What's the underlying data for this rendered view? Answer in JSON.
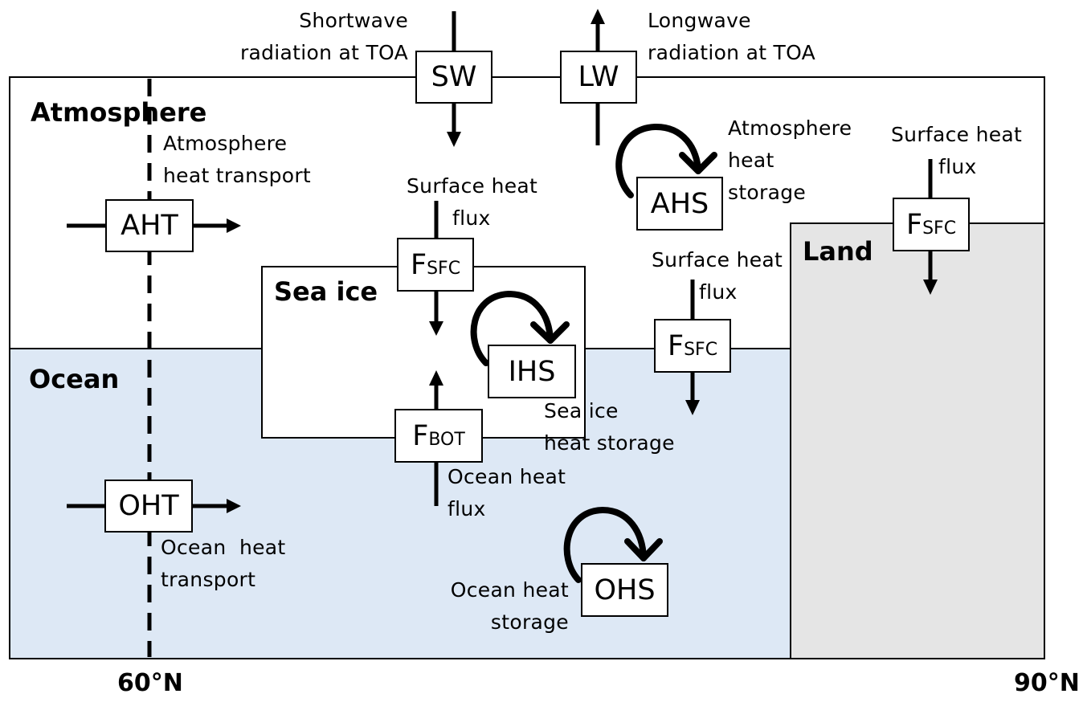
{
  "title": "Arctic energy budget schematic",
  "colors": {
    "ocean": "#dde8f5",
    "land": "#e5e5e5",
    "atmosphere": "#ffffff",
    "line": "#000000"
  },
  "regions": {
    "atmosphere": "Atmosphere",
    "ocean": "Ocean",
    "sea_ice": "Sea ice",
    "land": "Land"
  },
  "latitudes": {
    "left": "60°N",
    "right": "90°N"
  },
  "boxes": {
    "sw": "SW",
    "lw": "LW",
    "aht": "AHT",
    "oht": "OHT",
    "ahs": "AHS",
    "ihs": "IHS",
    "ohs": "OHS",
    "f": "F",
    "sfc": "SFC",
    "bot": "BOT"
  },
  "labels": {
    "sw": [
      "Shortwave",
      "radiation at TOA"
    ],
    "lw": [
      "Longwave",
      "radiation at TOA"
    ],
    "aht": [
      "Atmosphere",
      "heat transport"
    ],
    "oht": [
      "Ocean  heat",
      "transport"
    ],
    "ahs": [
      "Atmosphere",
      "heat",
      "storage"
    ],
    "ihs": [
      "Sea ice",
      "heat storage"
    ],
    "ohs": [
      "Ocean heat",
      "storage"
    ],
    "ice_sfc": [
      "Surface heat",
      "flux"
    ],
    "ocean_sfc": [
      "Surface heat",
      "flux"
    ],
    "land_sfc": [
      "Surface heat",
      "flux"
    ],
    "bot": [
      "Ocean heat",
      "flux"
    ]
  }
}
